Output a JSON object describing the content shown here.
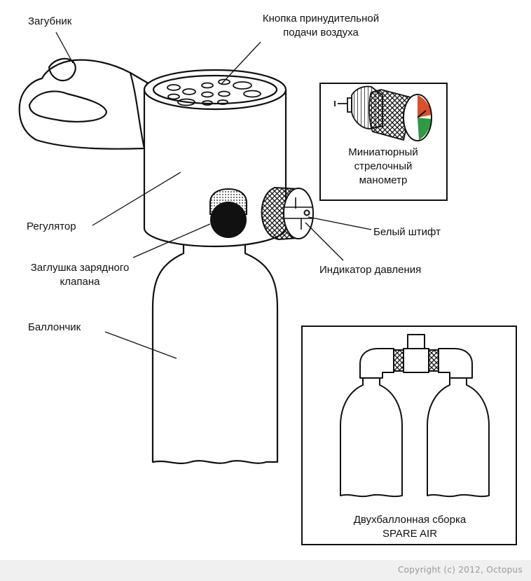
{
  "labels": {
    "mouthpiece": "Загубник",
    "purge_button_line1": "Кнопка принудительной",
    "purge_button_line2": "подачи воздуха",
    "regulator": "Регулятор",
    "fill_plug_line1": "Заглушка зарядного",
    "fill_plug_line2": "клапана",
    "cylinder": "Баллончик",
    "white_pin": "Белый штифт",
    "pressure_indicator": "Индикатор давления",
    "gauge_line1": "Миниатюрный",
    "gauge_line2": "стрелочный",
    "gauge_line3": "манометр",
    "twin_line1": "Двухбаллонная сборка",
    "twin_line2": "SPARE AIR"
  },
  "footer": {
    "copyright": "Copyright (c) 2012, Octopus"
  },
  "colors": {
    "gauge_red": "#d9502a",
    "gauge_green": "#2e9a46",
    "line": "#111111"
  }
}
